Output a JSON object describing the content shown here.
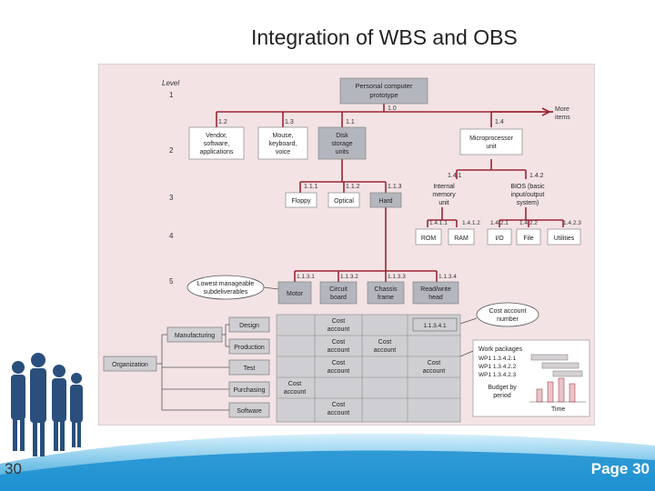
{
  "slide": {
    "title": "Integration of WBS and OBS",
    "slide_number": "30",
    "page_label": "Page 30"
  },
  "colors": {
    "diagram_bg": "#f3e3e5",
    "box_fill": "#b4b6bd",
    "line": "#9c2433",
    "grid_fill": "#cfcfd3",
    "footer": "#8fd0ef"
  },
  "diagram": {
    "level_header": "Level",
    "levels": [
      "1",
      "2",
      "3",
      "4",
      "5"
    ],
    "more_items": [
      "More",
      "items"
    ],
    "codes": {
      "l1_1_0": "1.0",
      "l2_1_2": "1.2",
      "l2_1_3": "1.3",
      "l2_1_1": "1.1",
      "l2_1_4": "1.4",
      "l3_1_1_1": "1.1.1",
      "l3_1_1_2": "1.1.2",
      "l3_1_1_3": "1.1.3",
      "l3_1_4_1": "1.4.1",
      "l3_1_4_2": "1.4.2",
      "l4_1_4_1_1": "1.4.1.1",
      "l4_1_4_1_2": "1.4.1.2",
      "l4_1_4_2_1": "1.4.2.1",
      "l4_1_4_2_2": "1.4.2.2",
      "l4_1_4_2_3": "1.4.2.3",
      "l5_1_1_3_1": "1.1.3.1",
      "l5_1_1_3_2": "1.1.3.2",
      "l5_1_1_3_3": "1.1.3.3",
      "l5_1_1_3_4": "1.1.3.4",
      "cost_code": "1.1.3.4.1"
    },
    "boxes": {
      "personal_computer": [
        "Personal computer",
        "prototype"
      ],
      "vendor": [
        "Vendor,",
        "software,",
        "applications"
      ],
      "mouse": [
        "Mouse,",
        "keyboard,",
        "voice"
      ],
      "disk": [
        "Disk",
        "storage",
        "units"
      ],
      "microprocessor": [
        "Microprocessor",
        "unit"
      ],
      "floppy": [
        "Floppy"
      ],
      "optical": [
        "Optical"
      ],
      "hard": [
        "Hard"
      ],
      "internal_memory": [
        "Internal",
        "memory",
        "unit"
      ],
      "bios": [
        "BIOS (basic",
        "input/output",
        "system)"
      ],
      "rom": [
        "ROM"
      ],
      "ram": [
        "RAM"
      ],
      "io": [
        "I/O"
      ],
      "file": [
        "File"
      ],
      "utilities": [
        "Utilities"
      ],
      "motor": [
        "Motor"
      ],
      "circuit_board": [
        "Circuit",
        "board"
      ],
      "chassis_frame": [
        "Chassis",
        "frame"
      ],
      "read_write_head": [
        "Read/write",
        "head"
      ]
    },
    "callouts": {
      "lowest": [
        "Lowest manageable",
        "subdeliverables"
      ],
      "cost_account_number": [
        "Cost account",
        "number"
      ]
    },
    "obs": {
      "organization": "Organization",
      "manufacturing": "Manufacturing",
      "departments": [
        "Design",
        "Production",
        "Test",
        "Purchasing",
        "Software"
      ]
    },
    "cost_account": [
      "Cost",
      "account"
    ],
    "work_packages": {
      "header": "Work packages",
      "items": [
        "WP1 1.3.4.2.1",
        "WP1 1.3.4.2.2",
        "WP1 1.3.4.2.3"
      ],
      "budget_label": [
        "Budget by",
        "period"
      ],
      "time_label": "Time"
    }
  }
}
